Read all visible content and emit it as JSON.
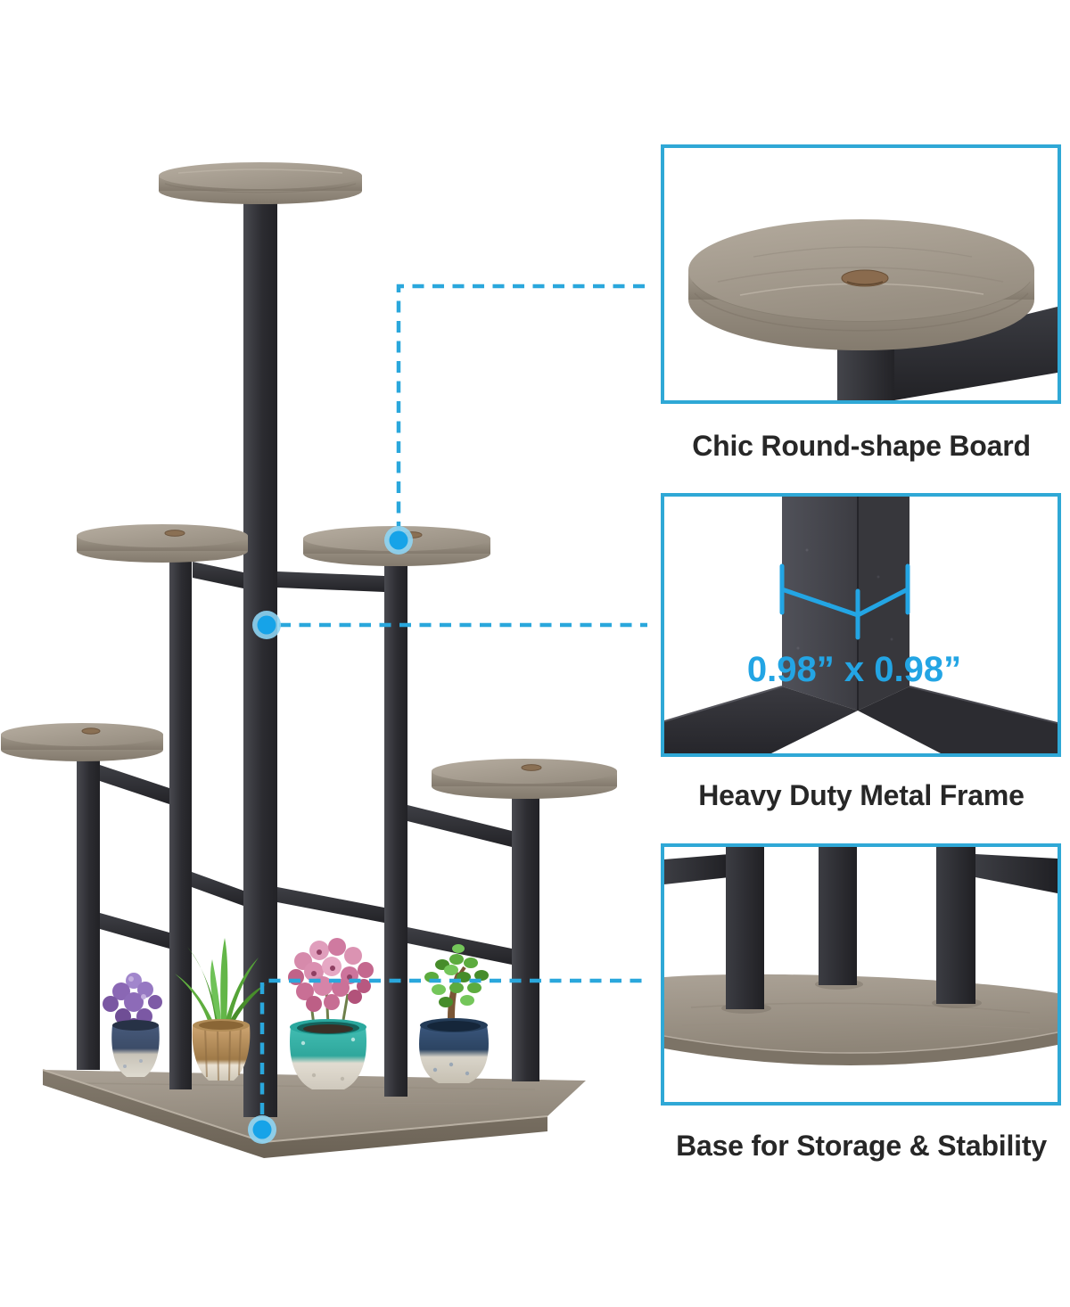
{
  "figure": {
    "type": "product-feature-infographic",
    "background": "#ffffff",
    "accent_blue": "#2aa7dc",
    "dot_color": "#16a3e8",
    "wood_color": "#a79e92",
    "metal_color": "#2c2c30"
  },
  "callouts": [
    {
      "id": "round-board",
      "label": "Chic Round-shape Board"
    },
    {
      "id": "metal-frame",
      "label": "Heavy Duty Metal Frame",
      "measurement": "0.98” x 0.98”"
    },
    {
      "id": "base",
      "label": "Base for Storage & Stability"
    }
  ]
}
